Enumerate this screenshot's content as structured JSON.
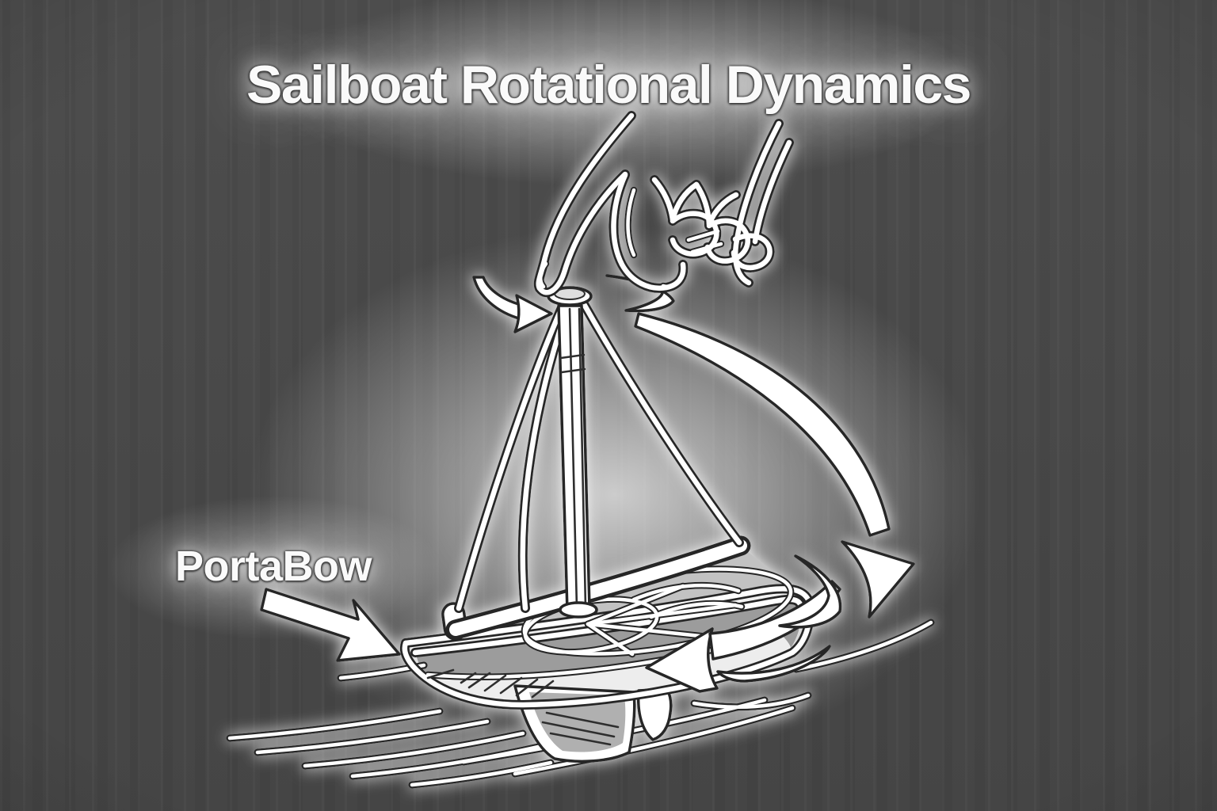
{
  "title": "Sailboat Rotational Dynamics",
  "portabow_label": "PortaBow",
  "colors": {
    "background": "#484848",
    "glow": "#ffffff",
    "ink": "#252525",
    "line": "#ffffff"
  },
  "figure": {
    "parts": [
      "hand-pinching-mast",
      "sailboat",
      "mast-spin-arrow",
      "yaw-sweep-arrow",
      "hull-rotation-arrow",
      "portabow-arrow",
      "motion-lines"
    ]
  }
}
